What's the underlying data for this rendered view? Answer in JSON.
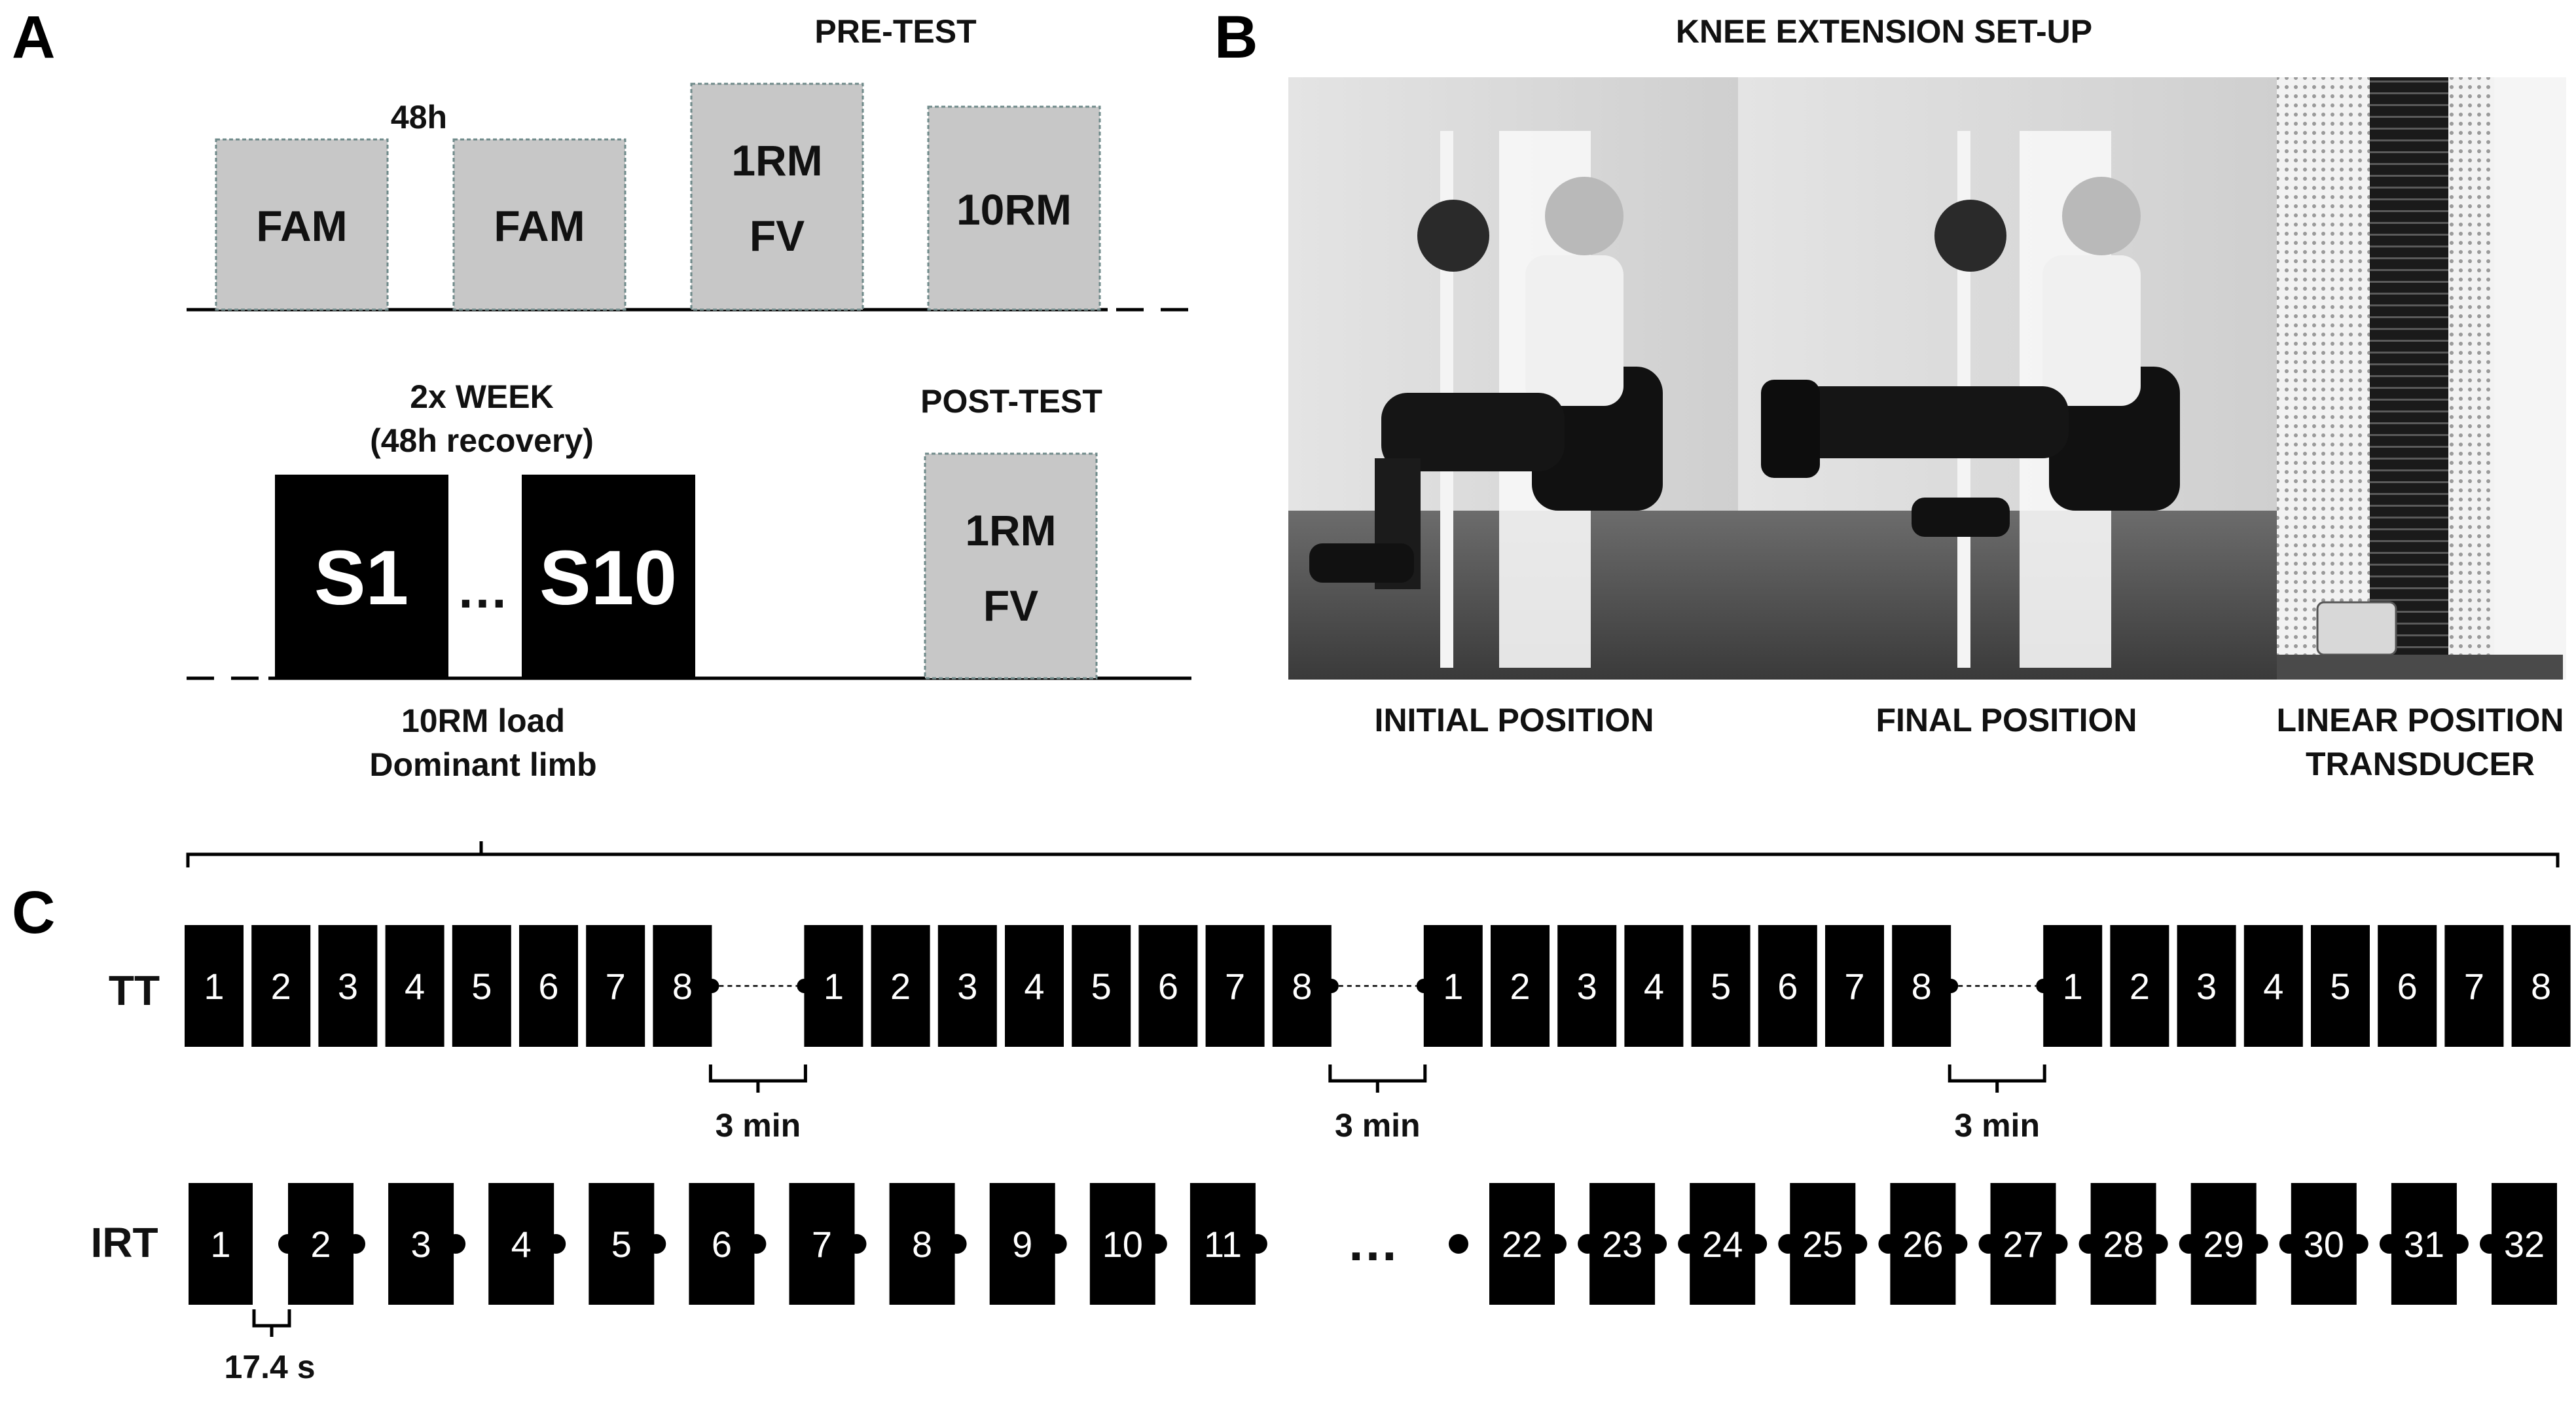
{
  "panels": {
    "a": "A",
    "b": "B",
    "c": "C"
  },
  "panel_a": {
    "pretest_title": "PRE-TEST",
    "gap_label": "48h",
    "fam1": "FAM",
    "fam2": "FAM",
    "rm_fv_line1": "1RM",
    "rm_fv_line2": "FV",
    "rm10": "10RM",
    "training_line1": "2x WEEK",
    "training_line2": "(48h recovery)",
    "s1": "S1",
    "ellipsis": "…",
    "s10": "S10",
    "posttest_title": "POST-TEST",
    "post_line1": "1RM",
    "post_line2": "FV",
    "load_line1": "10RM load",
    "load_line2": "Dominant limb"
  },
  "panel_b": {
    "title": "KNEE EXTENSION SET-UP",
    "caption_initial": "INITIAL POSITION",
    "caption_final": "FINAL POSITION",
    "caption_lpt_line1": "LINEAR POSITION",
    "caption_lpt_line2": "TRANSDUCER"
  },
  "panel_c": {
    "tt_label": "TT",
    "tt_reps": [
      "1",
      "2",
      "3",
      "4",
      "5",
      "6",
      "7",
      "8"
    ],
    "tt_sets": 4,
    "rest_label": "3 min",
    "irt_label": "IRT",
    "irt_first": [
      "1",
      "2",
      "3",
      "4",
      "5",
      "6",
      "7",
      "8",
      "9",
      "10",
      "11"
    ],
    "irt_ellipsis": "…",
    "irt_last": [
      "22",
      "23",
      "24",
      "25",
      "26",
      "27",
      "28",
      "29",
      "30",
      "31",
      "32"
    ],
    "irt_rest_label": "17.4 s"
  }
}
